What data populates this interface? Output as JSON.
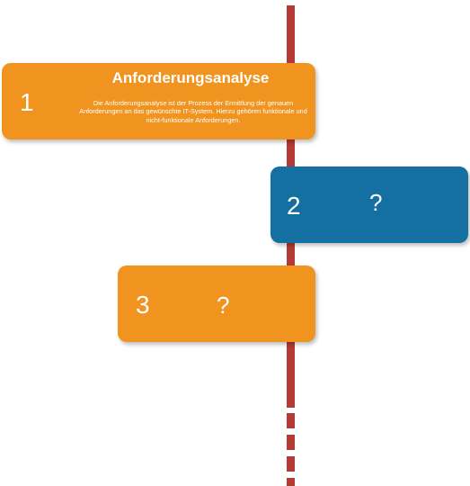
{
  "steps": [
    {
      "number": "1",
      "title": "Anforderungsanalyse",
      "description": "Die Anforderungsanalyse ist der Prozess der Ermittlung der genauen Anforderungen an das gewünschte IT-System. Hierzu gehören funktionale und nicht-funktionale Anforderungen.",
      "color": "#f0941f"
    },
    {
      "number": "2",
      "title": "?",
      "color": "#1470a0"
    },
    {
      "number": "3",
      "title": "?",
      "color": "#f0941f"
    }
  ],
  "timeline": {
    "color": "#b33a35"
  }
}
